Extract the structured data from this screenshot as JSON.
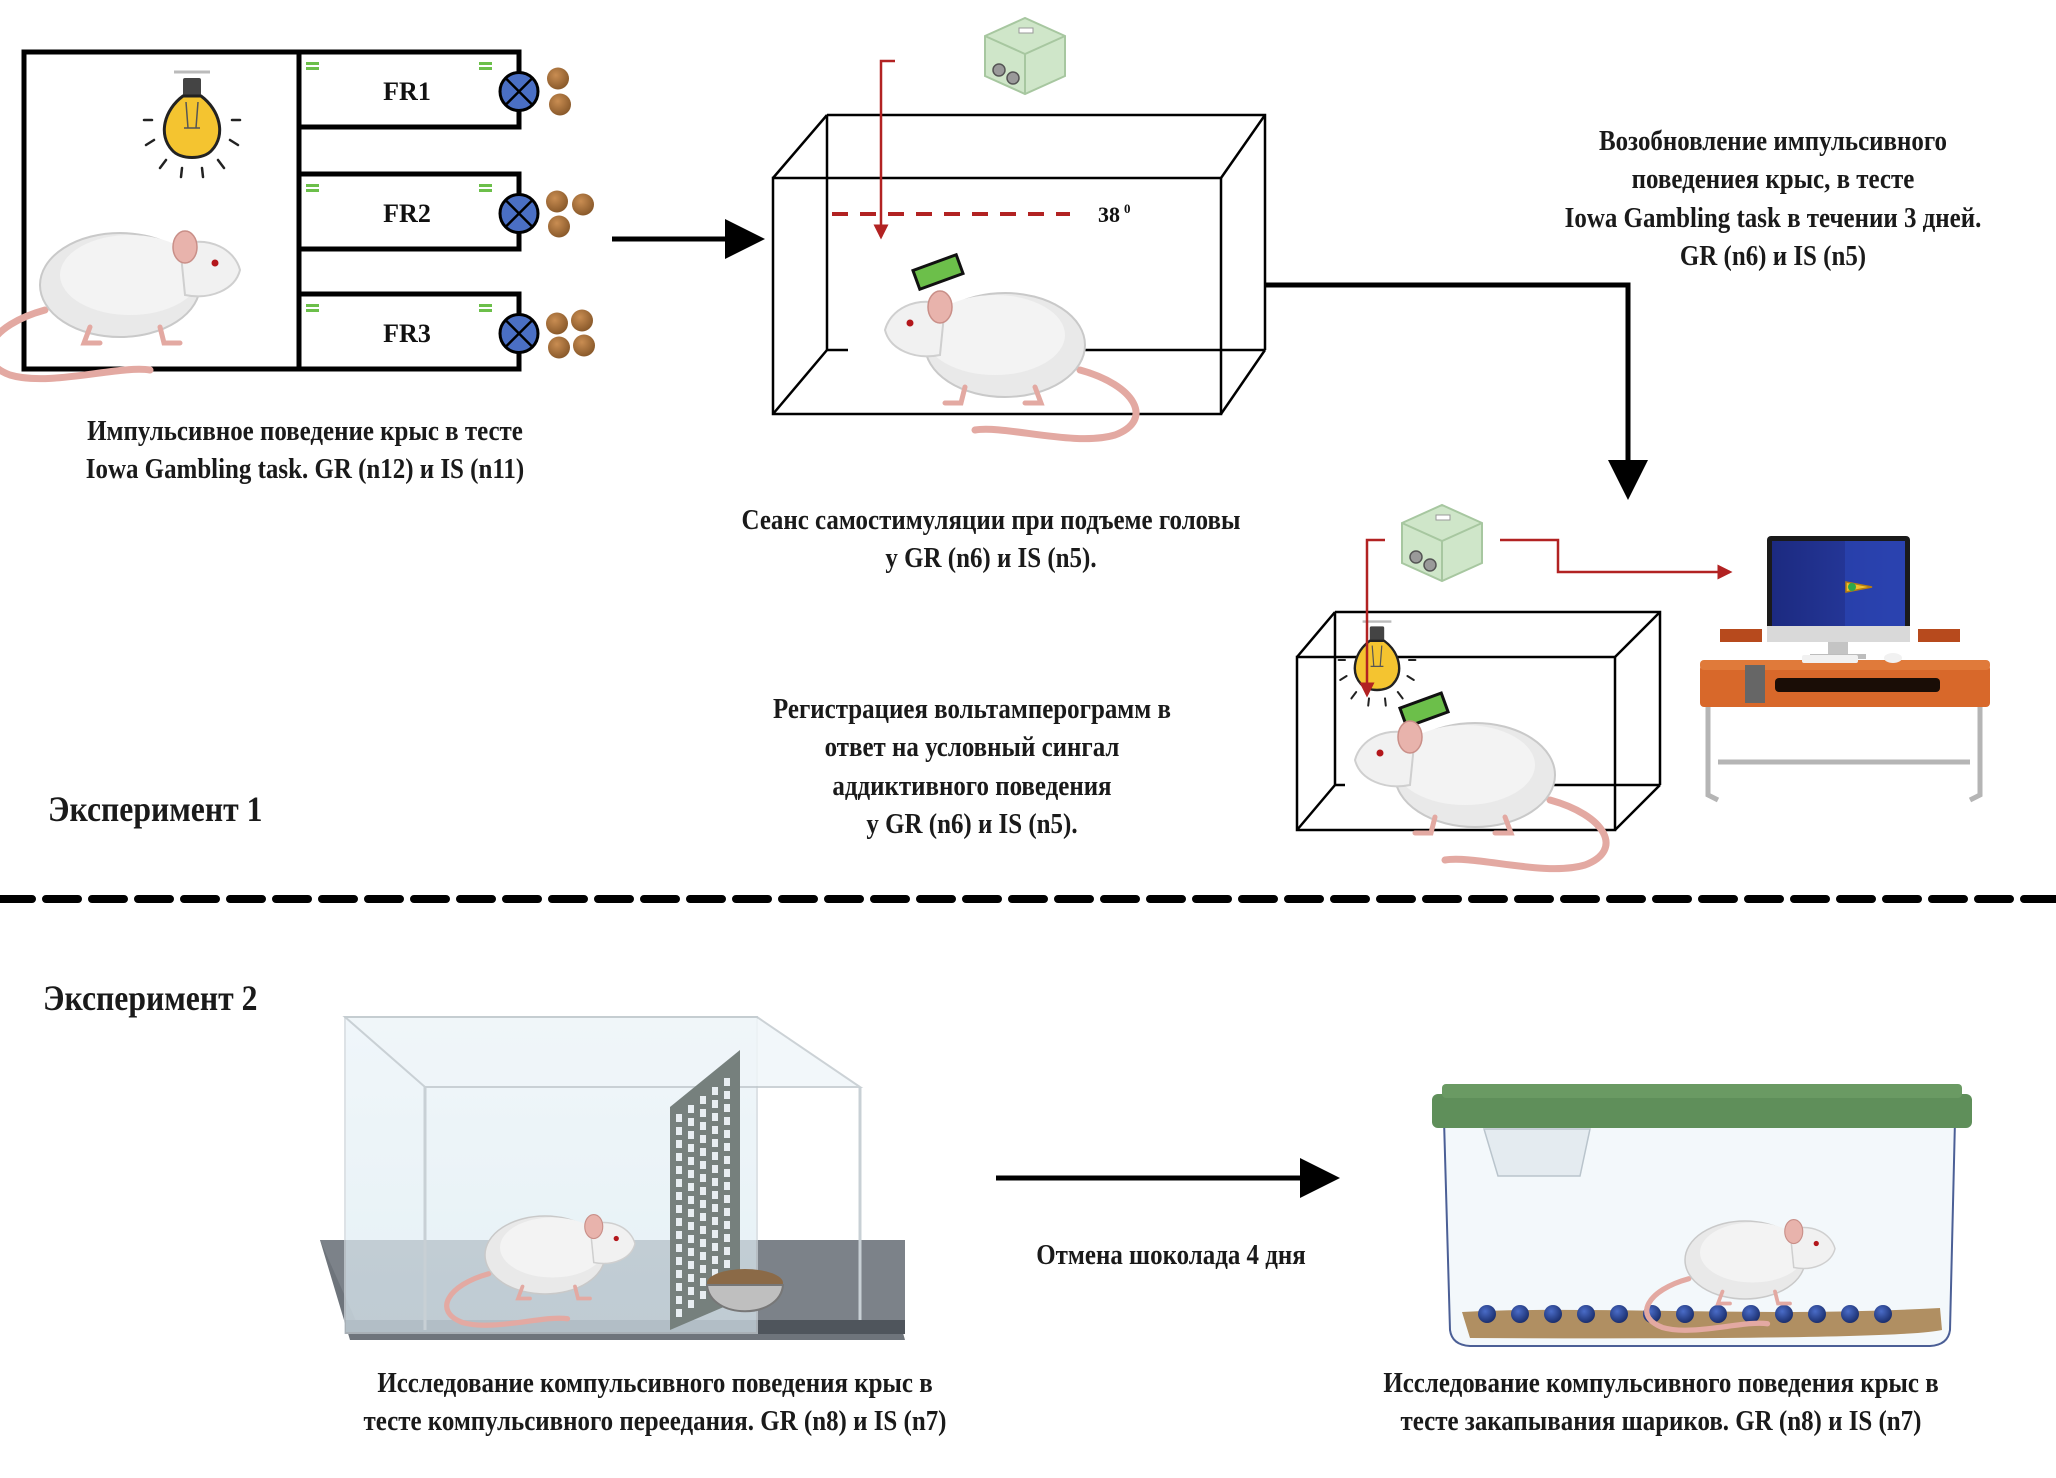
{
  "experiment1": {
    "heading": "Эксперимент 1",
    "operant_box": {
      "levers": [
        {
          "label": "FR1",
          "pellets": 2
        },
        {
          "label": "FR2",
          "pellets": 3
        },
        {
          "label": "FR3",
          "pellets": 4
        }
      ],
      "caption": [
        "Импульсивное поведение крыс  в тесте",
        "Iowa Gambling task. GR (n12) и IS (n11)"
      ]
    },
    "self_stimulation": {
      "threshold_label": "38",
      "threshold_superscript": "0",
      "caption": [
        "Сеанс самостимуляции при подъеме головы",
        "у GR (n6) и IS (n5)."
      ]
    },
    "reinstatement": {
      "caption": [
        "Возобновление импульсивного",
        "поведениея крыс,  в тесте",
        "Iowa Gambling task в течении 3 дней.",
        "GR (n6) и IS (n5)"
      ]
    },
    "voltammetry": {
      "caption": [
        "Регистрациея вольтамперограмм в",
        "ответ на  условный сингал",
        "аддиктивного поведения",
        "у GR (n6) и IS (n5)."
      ]
    }
  },
  "experiment2": {
    "heading": "Эксперимент 2",
    "withdrawal_label": "Отмена шоколада 4 дня",
    "compulsive_overeating": {
      "caption": [
        "Исследование компульсивного поведения крыс в",
        "тесте компульсивного переедания. GR (n8) и IS (n7)"
      ]
    },
    "marble_burying": {
      "marble_count": 13,
      "caption": [
        "Исследование компульсивного поведения крыс в",
        "тесте закапывания шариков. GR (n8) и IS (n7)"
      ]
    }
  },
  "colors": {
    "lever_blue": "#4a6fc4",
    "pellet_brown": "#a8713a",
    "sensor_green": "#6cbf4a",
    "red_wire": "#b22222",
    "lid_green": "#5f8f5a",
    "marble_blue": "#22408f",
    "bedding": "#b08f62",
    "desk_orange": "#d8682a",
    "bulb_yellow": "#f4c430"
  }
}
